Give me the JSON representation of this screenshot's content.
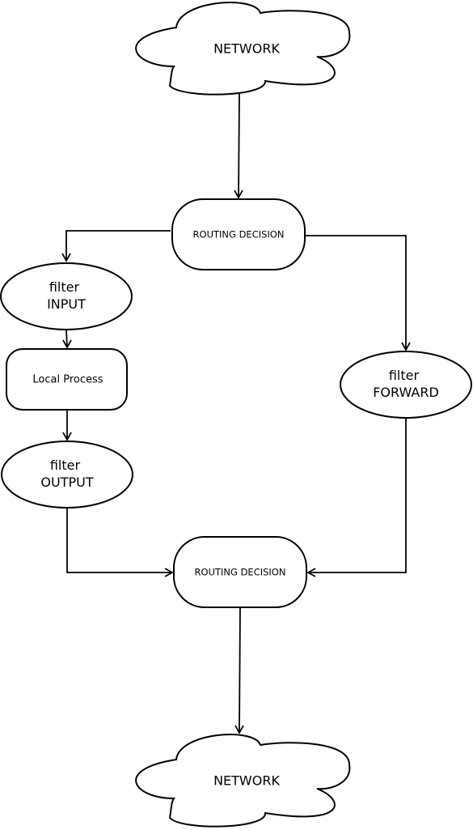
{
  "nodes": {
    "network_top": "NETWORK",
    "routing_top": "ROUTING DECISION",
    "filter_input": [
      "filter",
      "INPUT"
    ],
    "local_process": "Local Process",
    "filter_output": [
      "filter",
      "OUTPUT"
    ],
    "filter_forward": [
      "filter",
      "FORWARD"
    ],
    "routing_bottom": "ROUTING DECISION",
    "network_bottom": "NETWORK"
  },
  "colors": {
    "stroke": "#000000",
    "fill": "#ffffff"
  }
}
